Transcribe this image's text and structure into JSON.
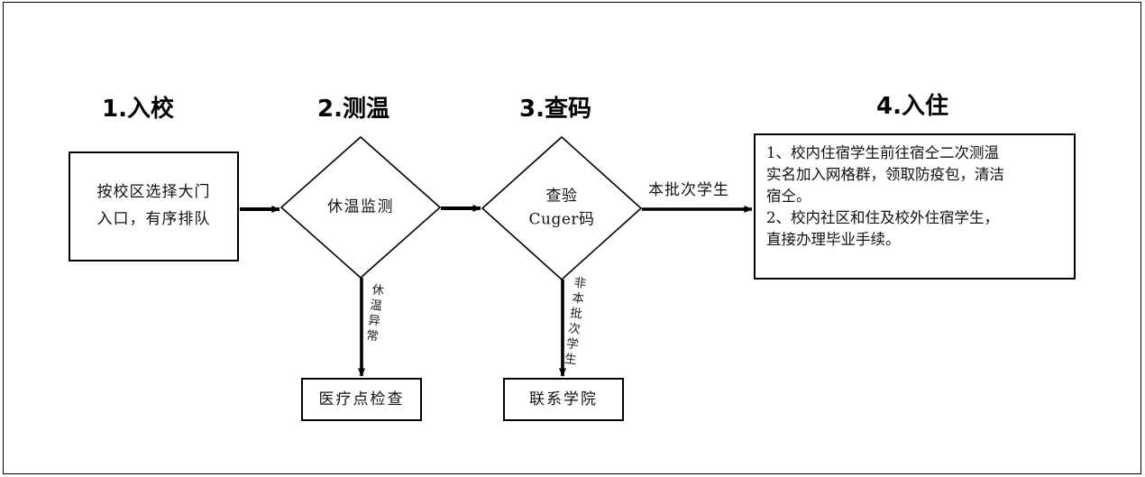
{
  "diagram": {
    "title_steps": [
      {
        "id": "step-1",
        "label": "1.入校"
      },
      {
        "id": "step-2",
        "label": "2.测温"
      },
      {
        "id": "step-3",
        "label": "3.查码"
      },
      {
        "id": "step-4",
        "label": "4.入住"
      }
    ],
    "nodes": {
      "entry_box": {
        "type": "process",
        "text": "按校区选择大门\n入口，有序排队"
      },
      "temp_diamond": {
        "type": "decision",
        "text": "休温监测"
      },
      "code_diamond": {
        "type": "decision",
        "text": "查验\nCuger码"
      },
      "medical_box": {
        "type": "process",
        "text": "医疗点检查"
      },
      "college_box": {
        "type": "process",
        "text": "联系学院"
      },
      "checkin_box": {
        "type": "note",
        "lines": [
          "1、校内住宿学生前往宿仝二次测温",
          "实名加入网格群，领取防疫包，清洁",
          "宿仝。",
          "2、校内社区和住及校外住宿学生，",
          "直接办理毕业手续。"
        ]
      }
    },
    "edges": {
      "entry_to_temp": {
        "label": ""
      },
      "temp_to_code": {
        "label": ""
      },
      "code_to_checkin": {
        "label": "本批次学生"
      },
      "temp_to_medical": {
        "label": "休温异常"
      },
      "code_to_college": {
        "label": "非本批次学生"
      }
    },
    "colors": {
      "stroke": "#000000",
      "background": "#ffffff",
      "text": "#111111"
    }
  }
}
